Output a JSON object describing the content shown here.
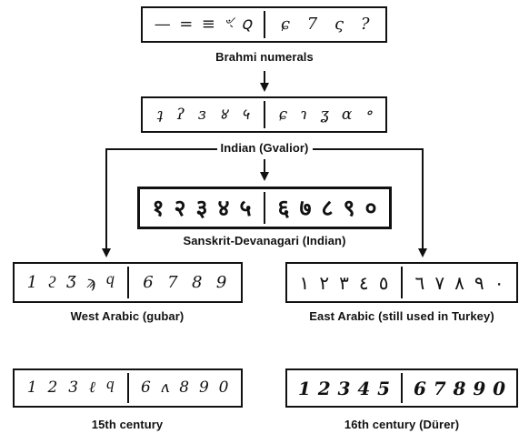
{
  "nodes": [
    {
      "id": "brahmi",
      "label": "Brahmi numerals",
      "left": [
        "—",
        "=",
        "≡",
        "ৼ",
        "ꞯ"
      ],
      "right": [
        "ɕ",
        "7",
        "ς",
        "?"
      ]
    },
    {
      "id": "gvalior",
      "label": "Indian (Gvalior)",
      "left": [
        "ʇ",
        "ʔ",
        "ɜ",
        "४",
        "५"
      ],
      "right": [
        "ɕ",
        "ɿ",
        "ʓ",
        "ɑ",
        "॰"
      ]
    },
    {
      "id": "sanskrit",
      "label": "Sanskrit-Devanagari (Indian)",
      "left": [
        "१",
        "२",
        "३",
        "४",
        "५"
      ],
      "right": [
        "६",
        "७",
        "८",
        "९",
        "०"
      ]
    },
    {
      "id": "west",
      "label": "West Arabic (gubar)",
      "left": [
        "1",
        "ϩ",
        "Ʒ",
        "ϡ",
        "ϥ"
      ],
      "right": [
        "6",
        "7",
        "8",
        "9"
      ]
    },
    {
      "id": "east",
      "label": "East Arabic (still used in Turkey)",
      "left": [
        "١",
        "٢",
        "٣",
        "٤",
        "٥"
      ],
      "right": [
        "٦",
        "٧",
        "٨",
        "٩",
        "٠"
      ]
    },
    {
      "id": "c15",
      "label": "15th century",
      "left": [
        "1",
        "2",
        "3",
        "ℓ",
        "ϥ"
      ],
      "right": [
        "6",
        "ʌ",
        "8",
        "9",
        "0"
      ]
    },
    {
      "id": "c16",
      "label": "16th century (Dürer)",
      "left": [
        "1",
        "2",
        "3",
        "4",
        "5"
      ],
      "right": [
        "6",
        "7",
        "8",
        "9",
        "0"
      ]
    }
  ]
}
